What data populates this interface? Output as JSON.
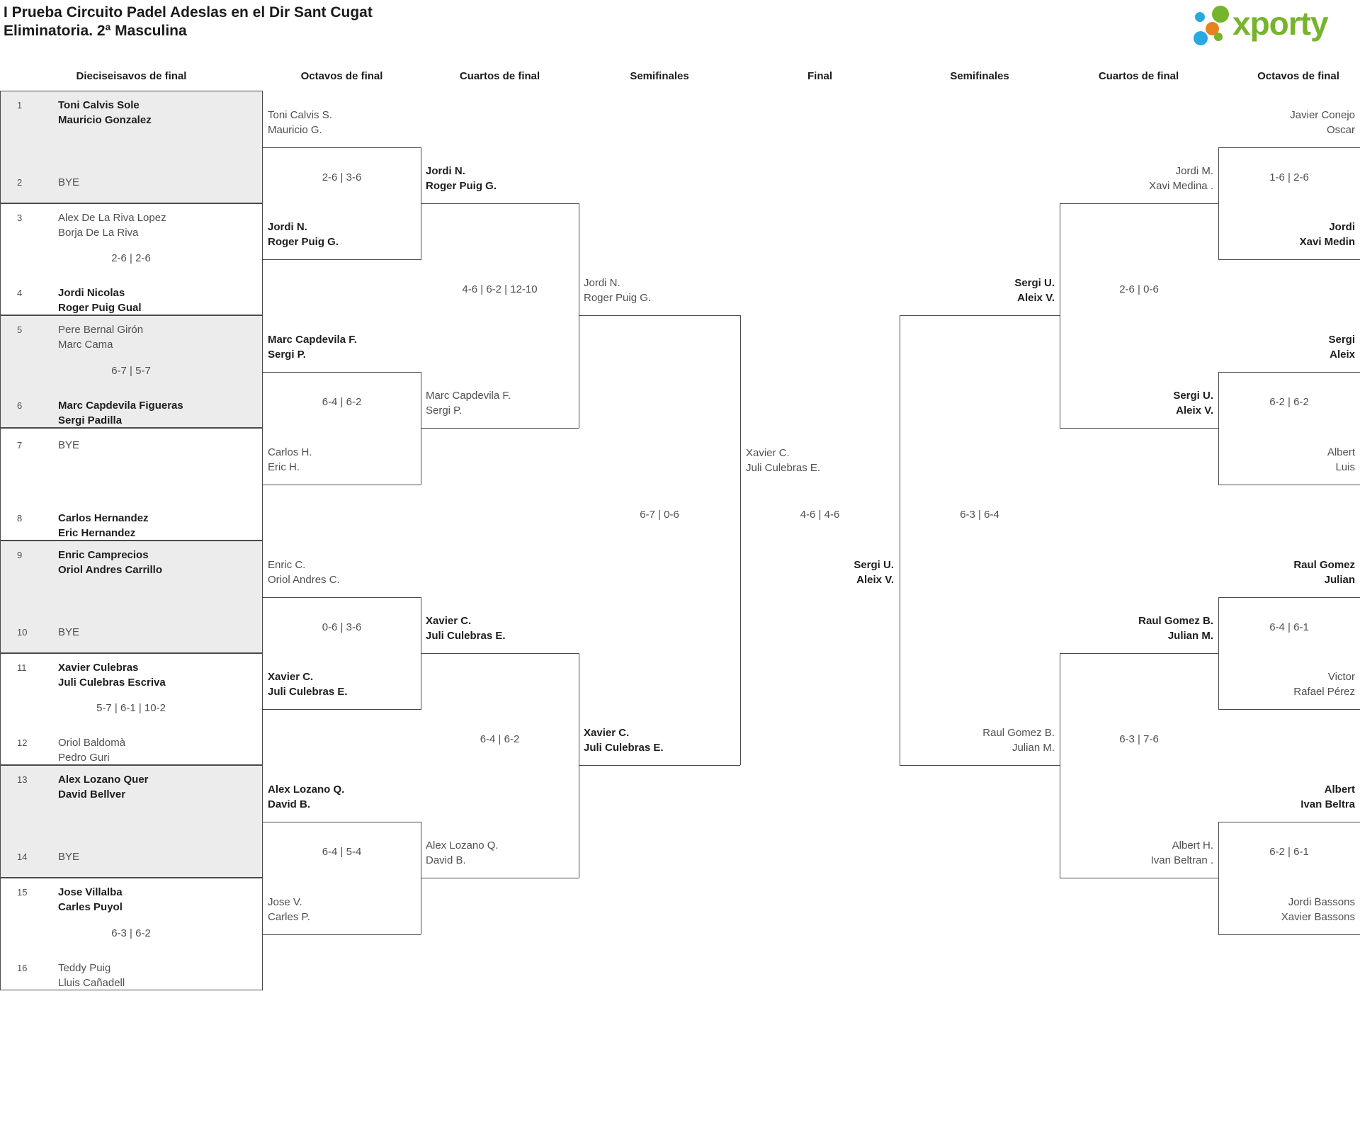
{
  "title": {
    "line1": "I Prueba Circuito Padel Adeslas en el Dir Sant Cugat",
    "line2": "Eliminatoria. 2ª Masculina"
  },
  "logo": {
    "text": "xporty",
    "colors": {
      "green": "#76b52b",
      "blue": "#29a9e1",
      "orange": "#e8821e"
    }
  },
  "colors": {
    "line": "#4a4a4a",
    "box_fill": "#ececec",
    "text_bold": "#1e1e1e",
    "text_regular": "#4f4f4f"
  },
  "round_headers": [
    "Dieciseisavos de final",
    "Octavos de final",
    "Cuartos de final",
    "Semifinales",
    "Final",
    "Semifinales",
    "Cuartos de final",
    "Octavos de final"
  ],
  "r32": [
    {
      "score": "",
      "top": {
        "seed": "1",
        "lines": [
          "Toni Calvis Sole",
          "Mauricio Gonzalez"
        ],
        "bold": true
      },
      "bottom": {
        "seed": "2",
        "lines": [
          "BYE"
        ],
        "bold": false
      }
    },
    {
      "score": "2-6 | 2-6",
      "top": {
        "seed": "3",
        "lines": [
          "Alex De La Riva Lopez",
          "Borja De La Riva"
        ],
        "bold": false
      },
      "bottom": {
        "seed": "4",
        "lines": [
          "Jordi Nicolas",
          "Roger Puig Gual"
        ],
        "bold": true
      }
    },
    {
      "score": "6-7 | 5-7",
      "top": {
        "seed": "5",
        "lines": [
          "Pere Bernal Girón",
          "Marc Cama"
        ],
        "bold": false
      },
      "bottom": {
        "seed": "6",
        "lines": [
          "Marc Capdevila Figueras",
          "Sergi Padilla"
        ],
        "bold": true
      }
    },
    {
      "score": "",
      "top": {
        "seed": "7",
        "lines": [
          "BYE"
        ],
        "bold": false
      },
      "bottom": {
        "seed": "8",
        "lines": [
          "Carlos Hernandez",
          "Eric Hernandez"
        ],
        "bold": true
      }
    },
    {
      "score": "",
      "top": {
        "seed": "9",
        "lines": [
          "Enric Camprecios",
          "Oriol Andres Carrillo"
        ],
        "bold": true
      },
      "bottom": {
        "seed": "10",
        "lines": [
          "BYE"
        ],
        "bold": false
      }
    },
    {
      "score": "5-7 | 6-1 | 10-2",
      "top": {
        "seed": "11",
        "lines": [
          "Xavier Culebras",
          "Juli Culebras Escriva"
        ],
        "bold": true
      },
      "bottom": {
        "seed": "12",
        "lines": [
          "Oriol Baldomà",
          "Pedro Guri"
        ],
        "bold": false
      }
    },
    {
      "score": "",
      "top": {
        "seed": "13",
        "lines": [
          "Alex Lozano Quer",
          "David Bellver"
        ],
        "bold": true
      },
      "bottom": {
        "seed": "14",
        "lines": [
          "BYE"
        ],
        "bold": false
      }
    },
    {
      "score": "6-3 | 6-2",
      "top": {
        "seed": "15",
        "lines": [
          "Jose Villalba",
          "Carles Puyol"
        ],
        "bold": true
      },
      "bottom": {
        "seed": "16",
        "lines": [
          "Teddy Puig",
          "Lluis Cañadell"
        ],
        "bold": false
      }
    }
  ],
  "r16_left": [
    {
      "score": "2-6 | 3-6",
      "top": {
        "lines": [
          "Toni Calvis S.",
          "Mauricio G."
        ],
        "bold": false
      },
      "bottom": {
        "lines": [
          "Jordi N.",
          "Roger Puig G."
        ],
        "bold": true
      }
    },
    {
      "score": "6-4 | 6-2",
      "top": {
        "lines": [
          "Marc Capdevila F.",
          "Sergi P."
        ],
        "bold": true
      },
      "bottom": {
        "lines": [
          "Carlos H.",
          "Eric H."
        ],
        "bold": false
      }
    },
    {
      "score": "0-6 | 3-6",
      "top": {
        "lines": [
          "Enric C.",
          "Oriol Andres C."
        ],
        "bold": false
      },
      "bottom": {
        "lines": [
          "Xavier C.",
          "Juli Culebras E."
        ],
        "bold": true
      }
    },
    {
      "score": "6-4 | 5-4",
      "top": {
        "lines": [
          "Alex Lozano Q.",
          "David B."
        ],
        "bold": true
      },
      "bottom": {
        "lines": [
          "Jose V.",
          "Carles P."
        ],
        "bold": false
      }
    }
  ],
  "qf_left": [
    {
      "score": "4-6 | 6-2 | 12-10",
      "top": {
        "lines": [
          "Jordi N.",
          "Roger Puig G."
        ],
        "bold": true
      },
      "bottom": {
        "lines": [
          "Marc Capdevila F.",
          "Sergi P."
        ],
        "bold": false
      }
    },
    {
      "score": "6-4 | 6-2",
      "top": {
        "lines": [
          "Xavier C.",
          "Juli Culebras E."
        ],
        "bold": true
      },
      "bottom": {
        "lines": [
          "Alex Lozano Q.",
          "David B."
        ],
        "bold": false
      }
    }
  ],
  "sf_left": {
    "score": "6-7 | 0-6",
    "top": {
      "lines": [
        "Jordi N.",
        "Roger Puig G."
      ],
      "bold": false
    },
    "bottom": {
      "lines": [
        "Xavier C.",
        "Juli Culebras E."
      ],
      "bold": true
    }
  },
  "final": {
    "score": "4-6 | 4-6",
    "left": {
      "lines": [
        "Xavier C.",
        "Juli Culebras E."
      ],
      "bold": false
    },
    "right": {
      "lines": [
        "Sergi U.",
        "Aleix V."
      ],
      "bold": true
    }
  },
  "sf_right": {
    "score": "6-3 | 6-4",
    "top": {
      "lines": [
        "Sergi U.",
        "Aleix V."
      ],
      "bold": true
    },
    "bottom": {
      "lines": [
        "Raul Gomez B.",
        "Julian M."
      ],
      "bold": false
    }
  },
  "qf_right": [
    {
      "score": "2-6 | 0-6",
      "top": {
        "lines": [
          "Jordi M.",
          "Xavi Medina ."
        ],
        "bold": false
      },
      "bottom": {
        "lines": [
          "Sergi U.",
          "Aleix V."
        ],
        "bold": true
      }
    },
    {
      "score": "6-3 | 7-6",
      "top": {
        "lines": [
          "Raul Gomez B.",
          "Julian M."
        ],
        "bold": true
      },
      "bottom": {
        "lines": [
          "Albert H.",
          "Ivan Beltran ."
        ],
        "bold": false
      }
    }
  ],
  "r16_right": [
    {
      "score": "1-6 | 2-6",
      "top": {
        "lines": [
          "Javier Conejo",
          "Oscar"
        ],
        "bold": false
      },
      "bottom": {
        "lines": [
          "Jordi",
          "Xavi Medin"
        ],
        "bold": true
      }
    },
    {
      "score": "6-2 | 6-2",
      "top": {
        "lines": [
          "Sergi",
          "Aleix"
        ],
        "bold": true
      },
      "bottom": {
        "lines": [
          "Albert",
          "Luis"
        ],
        "bold": false
      }
    },
    {
      "score": "6-4 | 6-1",
      "top": {
        "lines": [
          "Raul Gomez",
          "Julian"
        ],
        "bold": true
      },
      "bottom": {
        "lines": [
          "Victor",
          "Rafael Pérez"
        ],
        "bold": false
      }
    },
    {
      "score": "6-2 | 6-1",
      "top": {
        "lines": [
          "Albert",
          "Ivan Beltra"
        ],
        "bold": true
      },
      "bottom": {
        "lines": [
          "Jordi Bassons",
          "Xavier Bassons"
        ],
        "bold": false
      }
    }
  ]
}
